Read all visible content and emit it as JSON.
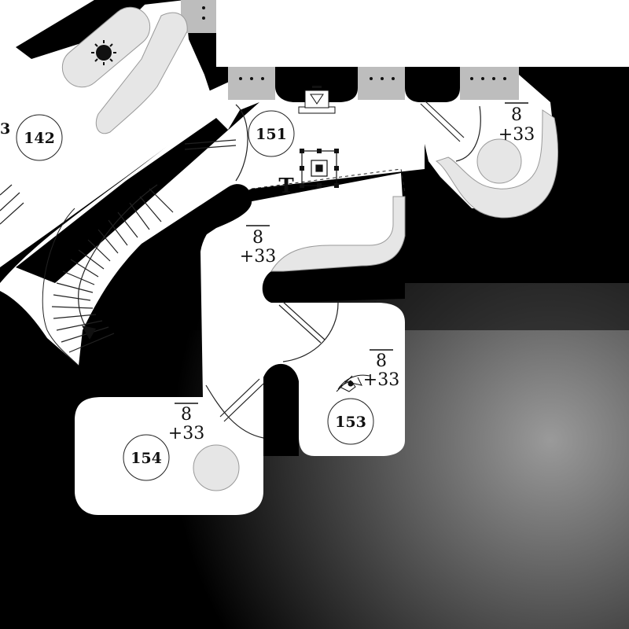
{
  "map": {
    "background_colors": {
      "rock": "#000000",
      "floor": "#ffffff",
      "marble": "#e6e6e6",
      "wall_gray": "#bdbdbd",
      "glow": "#909090"
    },
    "rooms": [
      {
        "id": "room-142",
        "number": "142"
      },
      {
        "id": "room-151",
        "number": "151"
      },
      {
        "id": "room-153",
        "number": "153"
      },
      {
        "id": "room-154",
        "number": "154"
      }
    ],
    "elevations": [
      {
        "id": "elevation-upper-right",
        "ceiling": "8",
        "floor": "+33"
      },
      {
        "id": "elevation-central-passage",
        "ceiling": "8",
        "floor": "+33"
      },
      {
        "id": "elevation-room-153",
        "ceiling": "8",
        "floor": "+33"
      },
      {
        "id": "elevation-room-154",
        "ceiling": "8",
        "floor": "+33"
      }
    ],
    "partial_room_number": "3",
    "trap_letter": "T",
    "icons": [
      "sun-icon",
      "altar-icon",
      "trap-grid-icon",
      "creature-icon",
      "stair-arrow-icon"
    ]
  }
}
